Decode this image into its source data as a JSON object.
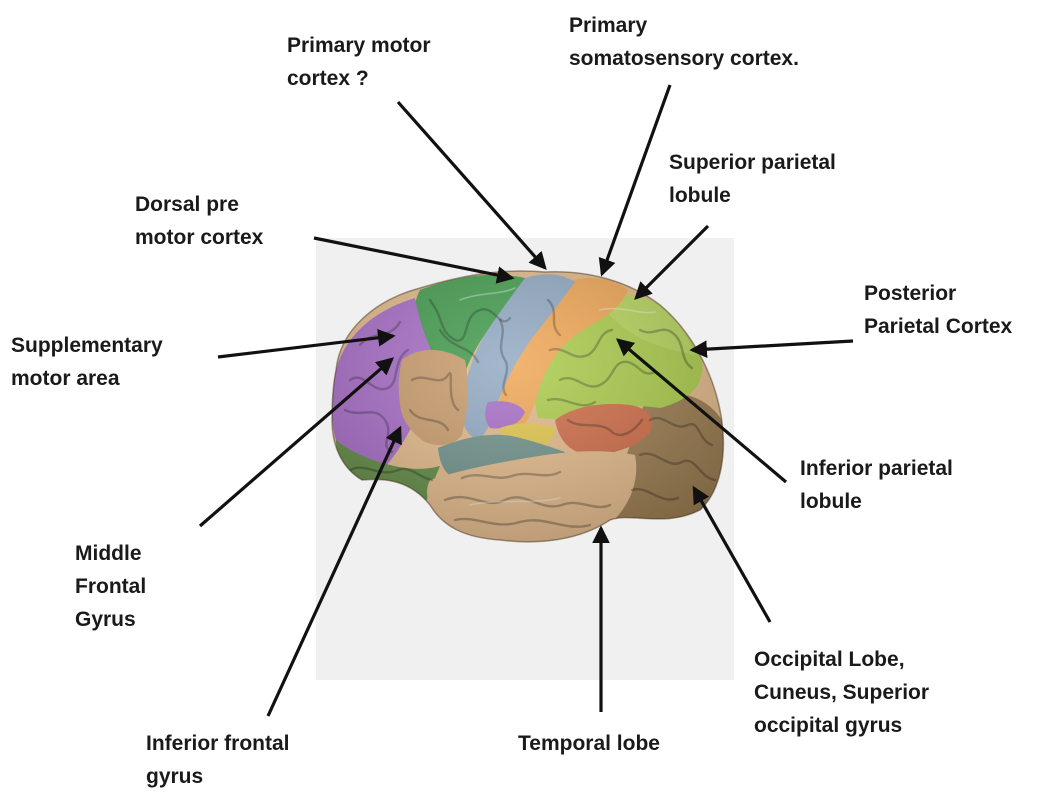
{
  "labels": {
    "primary_motor": [
      "Primary motor",
      "cortex ?"
    ],
    "primary_somatosensory": [
      "Primary",
      "somatosensory cortex."
    ],
    "superior_parietal": [
      "Superior parietal",
      "lobule"
    ],
    "dorsal_premotor": [
      "Dorsal pre",
      "motor cortex"
    ],
    "posterior_parietal": [
      "Posterior",
      "Parietal Cortex"
    ],
    "supplementary_motor": [
      "Supplementary",
      "motor area"
    ],
    "inferior_parietal": [
      "Inferior parietal",
      "lobule"
    ],
    "middle_frontal": [
      "Middle",
      "Frontal",
      "Gyrus"
    ],
    "occipital": [
      "Occipital Lobe,",
      "Cuneus, Superior",
      "occipital gyrus"
    ],
    "inferior_frontal": [
      "Inferior frontal",
      "gyrus"
    ],
    "temporal": [
      "Temporal lobe"
    ]
  },
  "region_colors": {
    "supplementary_motor_area": "#a66bc6",
    "dorsal_premotor": "#3f9a4a",
    "primary_motor": "#8fa7c2",
    "primary_somatosensory": "#f0a552",
    "superior_parietal": "#b6d45a",
    "inferior_parietal": "#a9cc48",
    "middle_frontal": "#c89a68",
    "inferior_frontal": "#5f8a42",
    "supramarginal": "#cf6a44",
    "temporal": "#e2b989",
    "superior_temporal": "#6d9088",
    "occipital": "#9a7a4e",
    "subcentral": "#e2c64a"
  }
}
